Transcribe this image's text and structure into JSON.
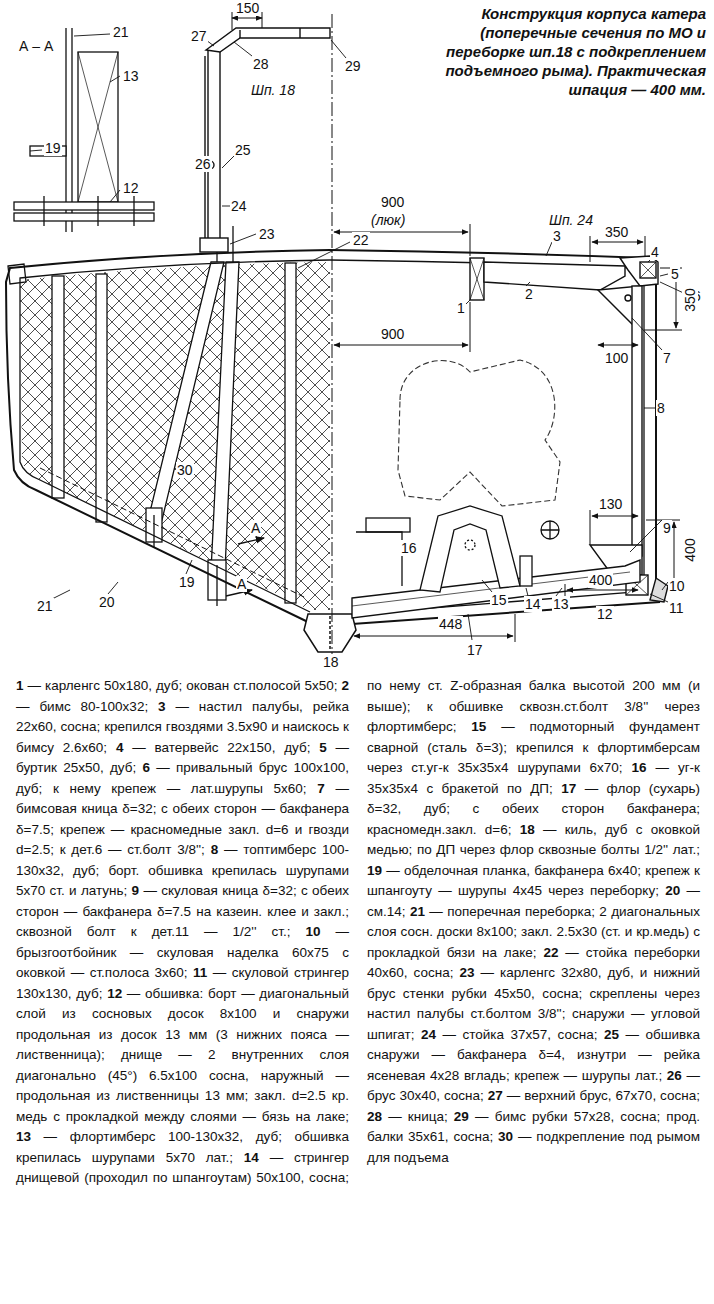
{
  "diagram": {
    "title": "Конструкция корпуса катера (поперечные сечения по МО и переборке шп.18 с подкреплением подъемного рыма). Практическая шпация — 400 мм.",
    "labels": [
      "150",
      "А – А",
      "21",
      "13",
      "19",
      "12",
      "27",
      "28",
      "Шп. 18",
      "29",
      "26",
      "25",
      "24",
      "23",
      "22",
      "900",
      "(люк)",
      "Шп. 24",
      "3",
      "350",
      "4",
      "5",
      "6",
      "350",
      "1",
      "2",
      "7",
      "100",
      "900",
      "8",
      "30",
      "130",
      "9",
      "400",
      "16",
      "10",
      "11",
      "400",
      "12",
      "А",
      "А",
      "448",
      "15",
      "14",
      "13",
      "21",
      "20",
      "19",
      "17",
      "18",
      "1 — карленгс 50х180, дуб; окован ст.полосой 5х50;",
      "2 — бимс 80-100х32;",
      "3 — настил палубы, рейка 22х60, сосна; крепился гвоздями 3.5х90 и наискось к бимсу 2.6х60;",
      "4 — ватервейс 22х150, дуб;",
      "5 — буртик 25х50, дуб;",
      "6 — привальный брус 100х100, дуб; к нему крепеж — лат.шурупы 5х60;",
      "7 — бимсовая кница δ=32; с обеих сторон — бакфанера δ=7.5; крепеж — красномедные закл. d=6 и гвозди d=2.5; к дет.6 — ст.болт 3/8'';",
      "8 — топтимберс 100-130х32, дуб; борт. обшивка крепилась шурупами 5х70 ст. и латунь;",
      "9 — скуловая кница δ=32; с обеих сторон — бакфанера δ=7.5 на казеин. клее и закл.; сквозной болт к дет.11 — 1/2'' ст.;",
      "10 — брызгоотбойник — скуловая наделка 60х75 с оковкой — ст.полоса 3х60;",
      "11 — скуловой стрингер 130х130, дуб;",
      "12 — обшивка: борт — диагональный слой из сосновых досок 8х100 и снаружи продольная из досок 13 мм (3 нижних пояса — лиственница); днище — 2 внутренних слоя диагонально (45°) 6.5х100 сосна, наружный — продольная из лиственницы 13 мм; закл. d=2.5 кр. медь с прокладкой между слоями — бязь на лаке;",
      "13 — флортимберс 100-130х32, дуб; обшивка крепилась шурупами 5х70 лат.;",
      "14 — стрингер днищевой (проходил по шпангоутам) 50х100, сосна; по нему ст. Z-образная балка высотой 200 мм (и выше); к обшивке сквозн.ст.болт 3/8'' через флортимберс;",
      "15 — подмоторный фундамент сварной (сталь δ=3); крепился к флортимберсам через ст.уг-к 35х35х4 шурупами 6х70;",
      "16 — уг-к 35х35х4 с бракетой по ДП;",
      "17 — флор (сухарь) δ=32, дуб; с обеих сторон бакфанера; красномедн.закл. d=6;",
      "18 — киль, дуб с оковкой медью; по ДП через флор сквозные болты 1/2'' лат.;",
      "19 — обделочная планка, бакфанера 6х40; крепеж к шпангоуту — шурупы 4х45 через переборку;",
      "20 — см.14;",
      "21 — поперечная переборка; 2 диагональных слоя сосн. доски 8х100; закл. 2.5х30 (ст. и кр.медь) с прокладкой бязи на лаке;",
      "22 — стойка переборки 40х60, сосна;",
      "23 — карленгс 32х80, дуб, и нижний брус стенки рубки 45х50, сосна; скреплены через настил палубы ст.болтом 3/8''; снаружи — угловой шпигат;",
      "24 — стойка 37х57, сосна;",
      "25 — обшивка снаружи — бакфанера δ=4, изнутри — рейка ясеневая 4х28 вгладь; крепеж — шурупы лат.;",
      "26 — брус 30х40, сосна;",
      "27 — верхний брус, 67х70, сосна;",
      "28 — кница;",
      "29 — бимс рубки 57х28, сосна; прод. балки 35х61, сосна;",
      "30 — подкрепление под рымом для подъема"
    ]
  }
}
